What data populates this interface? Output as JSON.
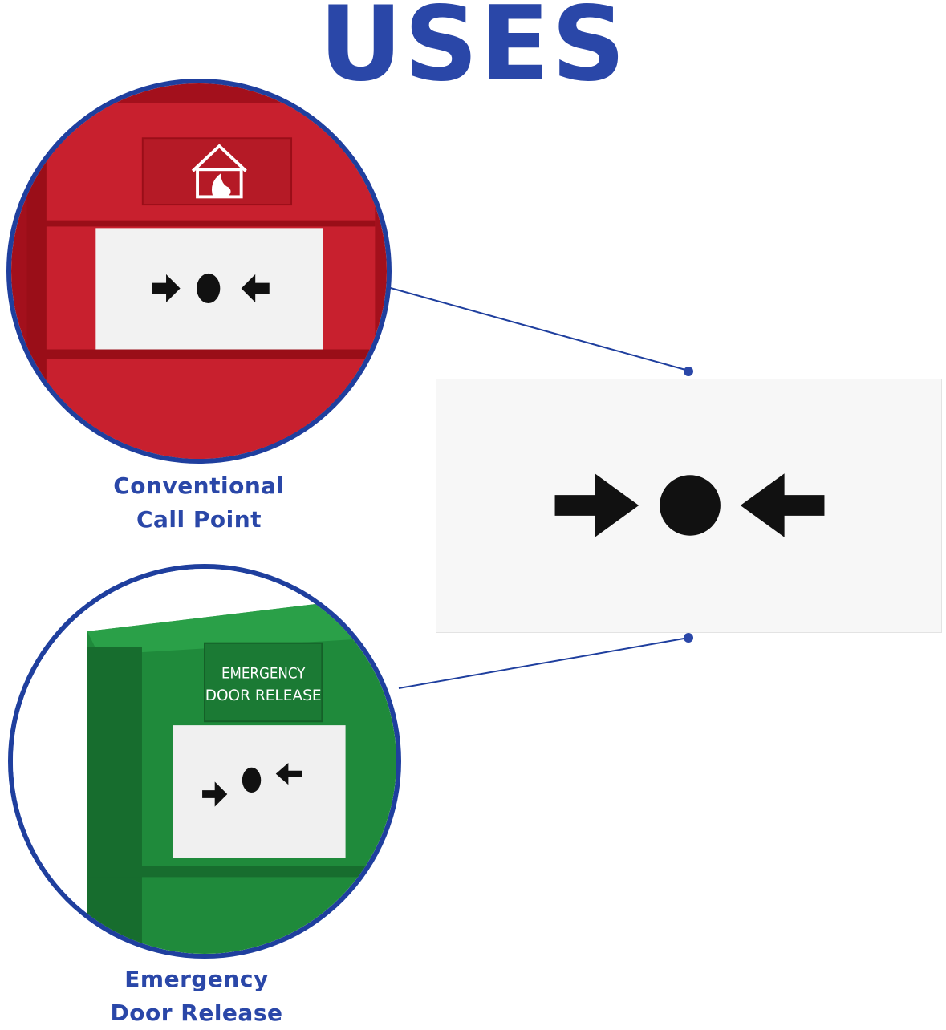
{
  "heading": "USES",
  "colors": {
    "brand_blue": "#2a47a8",
    "ring_blue": "#1f3f9e",
    "call_point_red": "#c8202e",
    "door_release_green": "#1f8a3b",
    "symbol_black": "#111111"
  },
  "uses": [
    {
      "caption_line1": "Conventional",
      "caption_line2": "Call Point",
      "icon": "house-fire-icon"
    },
    {
      "caption_line1": "Emergency",
      "caption_line2": "Door Release",
      "label_line1": "EMERGENCY",
      "label_line2": "DOOR RELEASE"
    }
  ],
  "glass_symbol": "arrow-dot-arrow-icon"
}
